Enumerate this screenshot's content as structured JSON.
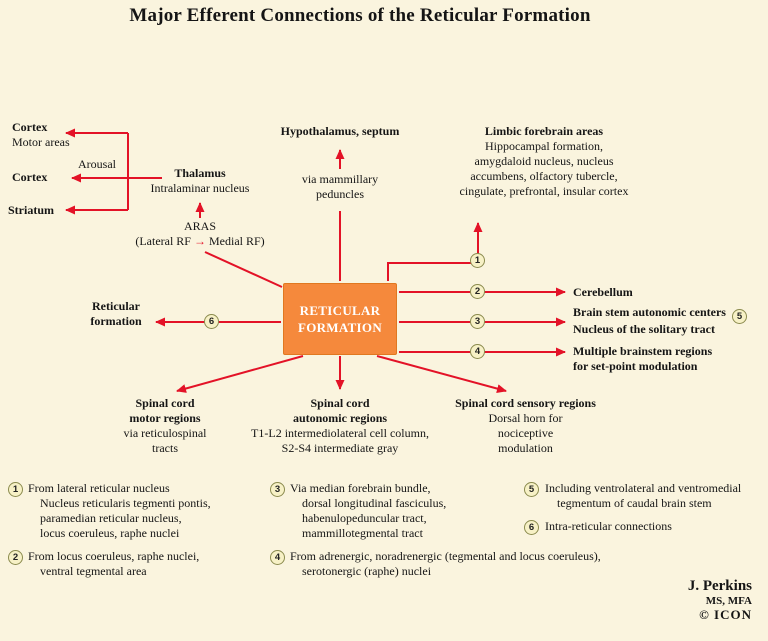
{
  "title": "Major Efferent Connections of the Reticular Formation",
  "colors": {
    "background": "#faf4de",
    "arrow_red": "#e31227",
    "box_orange": "#f5893c",
    "box_border": "#e07820",
    "box_text": "#ffffff",
    "badge_fill": "#f7f1c6",
    "badge_border": "#8b8b4e",
    "text": "#151515"
  },
  "center_box": {
    "line1": "RETICULAR",
    "line2": "FORMATION"
  },
  "badges": {
    "n1": "1",
    "n2": "2",
    "n3": "3",
    "n4": "4",
    "n5": "5",
    "n6": "6"
  },
  "nodes": {
    "cortex_motor": {
      "title": "Cortex",
      "sub": "Motor areas"
    },
    "arousal_label": "Arousal",
    "cortex_arousal": {
      "title": "Cortex"
    },
    "striatum": {
      "title": "Striatum"
    },
    "thalamus": {
      "title": "Thalamus",
      "sub": "Intralaminar nucleus"
    },
    "aras": {
      "title": "ARAS",
      "route_left": "(Lateral RF",
      "route_arrow": "→",
      "route_right": "Medial RF)"
    },
    "hypothalamus": {
      "title": "Hypothalamus, septum",
      "route1": "via mammillary",
      "route2": "peduncles"
    },
    "limbic": {
      "title": "Limbic forebrain areas",
      "lines": [
        "Hippocampal formation,",
        "amygdaloid nucleus, nucleus",
        "accumbens, olfactory tubercle,",
        "cingulate, prefrontal, insular cortex"
      ]
    },
    "cerebellum": {
      "title": "Cerebellum"
    },
    "brainstem_autonomic": {
      "title": "Brain stem autonomic centers",
      "title2": "Nucleus of the solitary tract"
    },
    "multiple_brainstem": {
      "line1": "Multiple brainstem regions",
      "line2": "for set-point modulation"
    },
    "reticular_left": {
      "line1": "Reticular",
      "line2": "formation"
    },
    "spinal_motor": {
      "title1": "Spinal cord",
      "title2": "motor regions",
      "sub1": "via reticulospinal",
      "sub2": "tracts"
    },
    "spinal_autonomic": {
      "title1": "Spinal cord",
      "title2": "autonomic regions",
      "sub1": "T1-L2 intermediolateral cell column,",
      "sub2": "S2-S4 intermediate gray"
    },
    "spinal_sensory": {
      "title": "Spinal cord sensory regions",
      "sub1": "Dorsal horn for",
      "sub2": "nociceptive",
      "sub3": "modulation"
    }
  },
  "footnotes": [
    {
      "num": "1",
      "first": "From lateral reticular nucleus",
      "rest": [
        "Nucleus reticularis tegmenti pontis,",
        "paramedian reticular nucleus,",
        "locus coeruleus, raphe nuclei"
      ]
    },
    {
      "num": "2",
      "first": "From locus coeruleus, raphe nuclei,",
      "rest": [
        "ventral tegmental area"
      ]
    },
    {
      "num": "3",
      "first": "Via median forebrain bundle,",
      "rest": [
        "dorsal longitudinal fasciculus,",
        "habenulopeduncular tract,",
        "mammillotegmental tract"
      ]
    },
    {
      "num": "4",
      "first": "From adrenergic, noradrenergic (tegmental and locus coeruleus),",
      "rest": [
        "serotonergic (raphe) nuclei"
      ]
    },
    {
      "num": "5",
      "first": "Including ventrolateral and ventromedial",
      "rest": [
        "tegmentum of caudal brain stem"
      ]
    },
    {
      "num": "6",
      "first": "Intra-reticular connections",
      "rest": []
    }
  ],
  "credit": {
    "name": "J. Perkins",
    "degrees": "MS, MFA",
    "logo": "© ICON"
  }
}
